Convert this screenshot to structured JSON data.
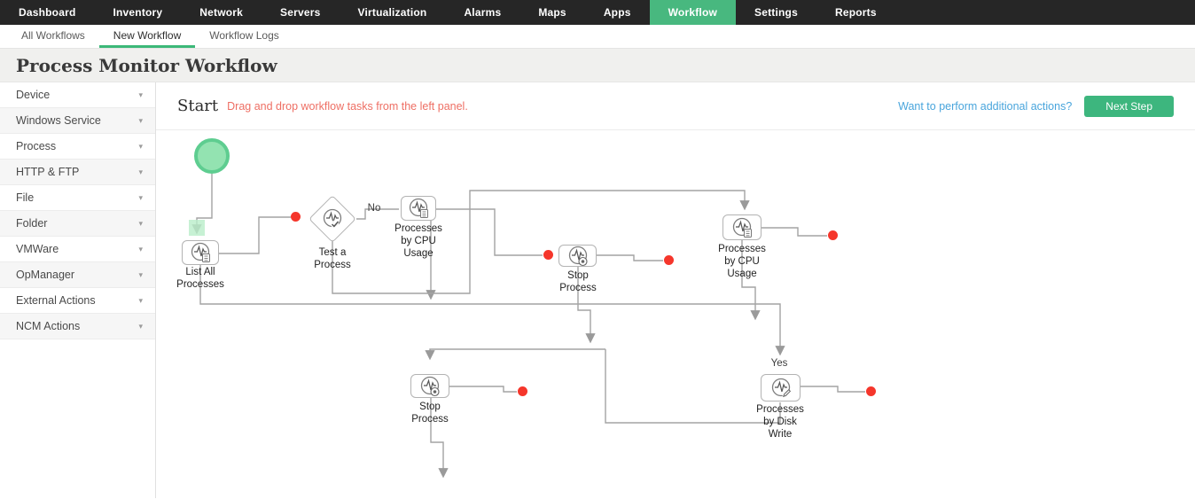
{
  "nav": {
    "items": [
      {
        "label": "Dashboard",
        "active": false
      },
      {
        "label": "Inventory",
        "active": false
      },
      {
        "label": "Network",
        "active": false
      },
      {
        "label": "Servers",
        "active": false
      },
      {
        "label": "Virtualization",
        "active": false
      },
      {
        "label": "Alarms",
        "active": false
      },
      {
        "label": "Maps",
        "active": false
      },
      {
        "label": "Apps",
        "active": false
      },
      {
        "label": "Workflow",
        "active": true
      },
      {
        "label": "Settings",
        "active": false
      },
      {
        "label": "Reports",
        "active": false
      }
    ]
  },
  "tabs": {
    "items": [
      {
        "label": "All Workflows",
        "active": false
      },
      {
        "label": "New Workflow",
        "active": true
      },
      {
        "label": "Workflow Logs",
        "active": false
      }
    ]
  },
  "page_title": "Process Monitor Workflow",
  "sidebar": {
    "items": [
      {
        "label": "Device"
      },
      {
        "label": "Windows Service"
      },
      {
        "label": "Process"
      },
      {
        "label": "HTTP & FTP"
      },
      {
        "label": "File"
      },
      {
        "label": "Folder"
      },
      {
        "label": "VMWare"
      },
      {
        "label": "OpManager"
      },
      {
        "label": "External Actions"
      },
      {
        "label": "NCM Actions"
      }
    ]
  },
  "workflow": {
    "header": {
      "start_label": "Start",
      "hint": "Drag and drop workflow tasks from the left panel.",
      "actions_link": "Want to perform additional actions?",
      "next_button": "Next Step"
    },
    "nodes": [
      {
        "label": "List All\nProcesses",
        "type": "process-list"
      },
      {
        "label": "Test a\nProcess",
        "type": "decision"
      },
      {
        "label": "Processes\nby CPU\nUsage",
        "type": "process-list"
      },
      {
        "label": "Stop\nProcess",
        "type": "stop"
      },
      {
        "label": "Processes\nby CPU\nUsage",
        "type": "process-list"
      },
      {
        "label": "Stop\nProcess",
        "type": "stop"
      },
      {
        "label": "Processes\nby Disk\nWrite",
        "type": "write"
      }
    ],
    "edge_labels": {
      "no": "No",
      "yes": "Yes"
    }
  },
  "colors": {
    "nav_active_green": "#48b87f",
    "tab_underline_green": "#3cb878",
    "button_green": "#3db67e",
    "link_blue": "#49a5dc",
    "hint_salmon": "#ee6f64",
    "endpoint_red": "#f5362b",
    "connector_gray": "#a3a3a3"
  }
}
